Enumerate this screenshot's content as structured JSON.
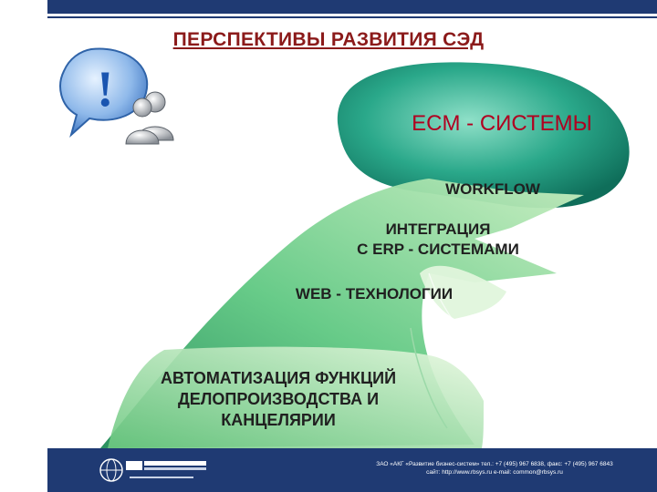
{
  "slide": {
    "title": "ПЕРСПЕКТИВЫ РАЗВИТИЯ СЭД"
  },
  "levels": {
    "ecm": "ECM - СИСТЕМЫ",
    "workflow": "WORKFLOW",
    "integration_line1": "ИНТЕГРАЦИЯ",
    "integration_line2": "С ERP - СИСТЕМАМИ",
    "web": "WEB - ТЕХНОЛОГИИ",
    "automation_line1": "АВТОМАТИЗАЦИЯ ФУНКЦИЙ",
    "automation_line2": "ДЕЛОПРОИЗВОДСТВА И",
    "automation_line3": "КАНЦЕЛЯРИИ"
  },
  "footer": {
    "contacts_line1": "ЗАО «АКГ «Развитие бизнес-систем» тел.: +7 (495) 967 6838, факс: +7 (495) 967 6843",
    "contacts_line2": "сайт: http://www.rbsys.ru e-mail: common@rbsys.ru"
  },
  "icons": {
    "help": "help-speech-bubble-users-icon",
    "logo": "company-globe-logo"
  },
  "colors": {
    "dark_blue": "#1f3a73",
    "title_red": "#8b1a1a",
    "ecm_red": "#b00020",
    "teal_dark": "#15806a",
    "green_light": "#b8e6a8",
    "green_mid": "#6ccf8a"
  }
}
